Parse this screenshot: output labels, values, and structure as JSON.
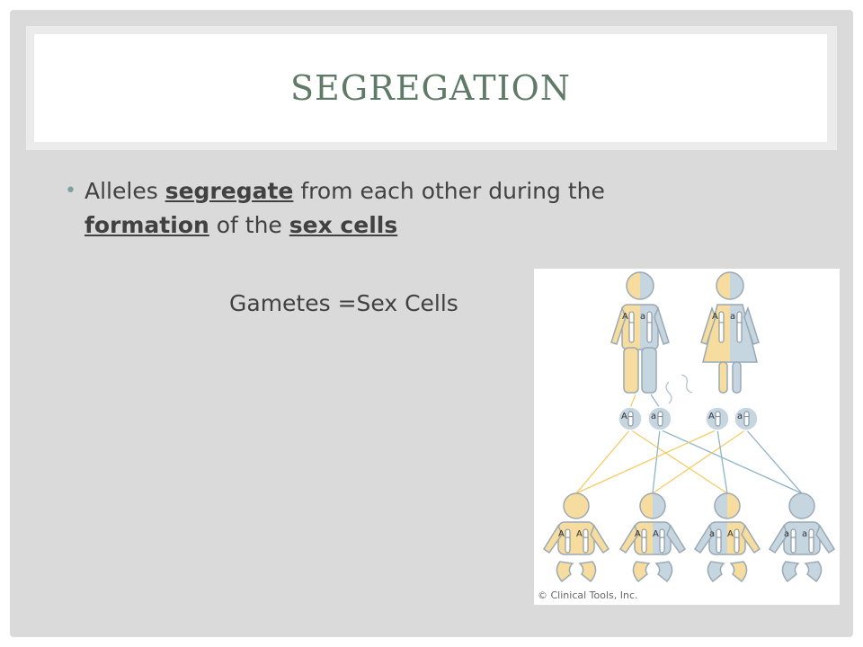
{
  "slide": {
    "title": "SEGREGATION",
    "bullet": {
      "p1": "Alleles ",
      "k1": "segregate",
      "p2": " from each other during the ",
      "k2": "formation",
      "p3": " of the ",
      "k3": "sex cells"
    },
    "caption": "Gametes =Sex Cells"
  },
  "figure": {
    "copyright": "© Clinical Tools, Inc.",
    "allele_dominant": "A",
    "allele_recessive": "a",
    "colors": {
      "yellow": "#f6dc9f",
      "blue": "#c5d6e0",
      "outline": "#9aa9b3",
      "yellow_line": "#f2cc66",
      "blue_line": "#8fb3c7"
    }
  }
}
